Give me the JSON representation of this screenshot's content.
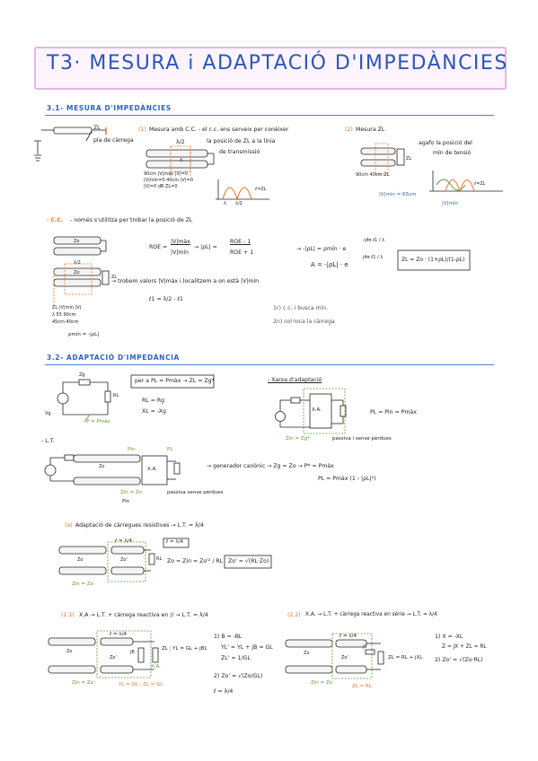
{
  "title": "T3· MESURA i ADAPTACIÓ D'IMPEDÀNCIES",
  "s31": {
    "heading": "3.1- MESURA D'IMPEDÀNCIES",
    "zl": "ZL",
    "pla_carrega": "pla de càrrega",
    "note1_num": "(1)",
    "note1": "Mesura amb C.C. - el c.c. ens serveix per conèixer",
    "note1b": "la posició de ZL a la línia",
    "note1c": "de transmissió",
    "lambda_half": "λ/2",
    "a_lbl": "A",
    "cc_cols1": "90cm  |V|màx  |V|=0",
    "cc_cols2": "|V|mín=0  40cm  |V|=0",
    "cc_cols3": "|V|=0  dB  ZL=0",
    "wave_lbl1": "λ",
    "wave_lbl2": "λ/2",
    "wave_lbl3": "ℓ=ZL",
    "note2_num": "(2)",
    "note2": "Mesura ZL",
    "note2b": "agafo la posició del",
    "note2c": "mín de tensió",
    "zl2": "ZL",
    "pos_vals": "90cm  40cm  ZL",
    "vmin_lbl": "|V|mín = 65cm",
    "vmin2": "|V|mín",
    "wave2_l": "ℓ=ZL",
    "cc_title": "· C.C.",
    "cc_desc": "- només s'utilitza per trobar la posició de ZL",
    "zo1": "Zo",
    "zo2": "Zo",
    "zl3": "ZL",
    "lambda_half2": "λ/2",
    "roe_lbl": "ROE =",
    "roe_num": "|V|màx",
    "roe_den": "|V|mín",
    "roe_arrow": "→ |ρL| =",
    "roe_frac_num": "ROE - 1",
    "roe_frac_den": "ROE + 1",
    "phase_eq": "→ -|ρL| = ρmín · e",
    "phase_exp": "-j4π ℓ1 / λ",
    "a_eq": "A = -|ρL| · e",
    "a_exp": "j4π ℓ1 / λ",
    "zl_box": "ZL = Zo · (1+ρL)/(1-ρL)",
    "trobem": "→ trobem valors |V|màx i localitzem a on està |V|mín",
    "l_eq": "ℓ1 = λ/2 - ℓ1",
    "step1": "1r) c.c. i busca mín.",
    "step2": "2n) col·loca la càrrega",
    "col_lbls": "ZL  |V|mín  |V|",
    "col_lbls2": "λ  55  90cm",
    "col_lbls3": "45cm  40cm",
    "rho_min": "ρmín = -|ρL|"
  },
  "s32": {
    "heading": "3.2- ADAPTACIÓ D'IMPEDÀNCIA",
    "zg": "Zg",
    "rl": "RL",
    "vg": "Vg",
    "p_pmax": "P = Pmàx",
    "box_eq": "per a PL = Pmàx → ZL = Zg*",
    "rl_eq": "RL = Rg",
    "xl_eq": "XL = -Xg",
    "xarxa_title": "- Xarxa d'adaptació",
    "xa": "X.A.",
    "zin_zg": "Zin = Zg*",
    "passiva": "passiva i sense pèrdues",
    "pl_eq": "PL = Pin = Pmàx",
    "lt_title": "- L.T.",
    "zo_lt": "Zo",
    "pin": "Pin",
    "pl": "PL",
    "zin_zo": "Zin = Zo",
    "passiva2": "passiva sense pèrdues",
    "pin2": "Pin",
    "gen_eq": "→ generador canònic → Zg = Zo → P* = Pmàx",
    "pl_eq2": "PL = Pmàx (1 - |ρL|²)",
    "a_num": "(a)",
    "a_title": "Adaptació de càrregues resistives → L.T. = λ/4",
    "l_lambda4": "ℓ = λ/4",
    "l_lambda4_box": "ℓ = λ/4",
    "zo_a": "Zo",
    "zo_prime": "Zo'",
    "rl_a": "RL",
    "zin_a": "Zo = Zin = Zo'² / RL",
    "zo_prime_eq": "Zo' = √(RL·Zo)",
    "zin_zo_a": "Zin = Zo",
    "b1_num": "(2.1)",
    "b1_title": "X.A → L.T. + càrrega reactiva en // → L.T. = λ/4",
    "b1_l": "ℓ = λ/4",
    "b1_zo": "Zo",
    "b1_zo2": "Zo'",
    "b1_jb": "jB",
    "b1_zl": "ZL ; YL = GL + jBL",
    "b1_xa": "X.A.",
    "b1_yl": "YL = GL ; ZL = GL",
    "b1_zin": "Zin = Zo",
    "b1_eq1": "1) B = -BL",
    "b1_eq2": "YL' = YL + jB = GL",
    "b1_eq3": "ZL' = 1/GL",
    "b1_eq4": "2) Zo' = √(Zo/GL)",
    "b1_eq5": "ℓ = λ/4",
    "b2_num": "(2.2)",
    "b2_title": "X.A. → L.T. + càrrega reactiva en sèrie → L.T. = λ/4",
    "b2_l": "ℓ = λ/4",
    "b2_zo": "Zo",
    "b2_zo2": "Zo'",
    "b2_jx": "jX",
    "b2_zl": "ZL = RL + jXL",
    "b2_zin": "Zin = Zo",
    "b2_rl": "ZL = RL",
    "b2_eq1": "1) X = -XL",
    "b2_eq2": "Z = jX + ZL = RL",
    "b2_eq3": "2) Zo' = √(Zo·RL)"
  }
}
